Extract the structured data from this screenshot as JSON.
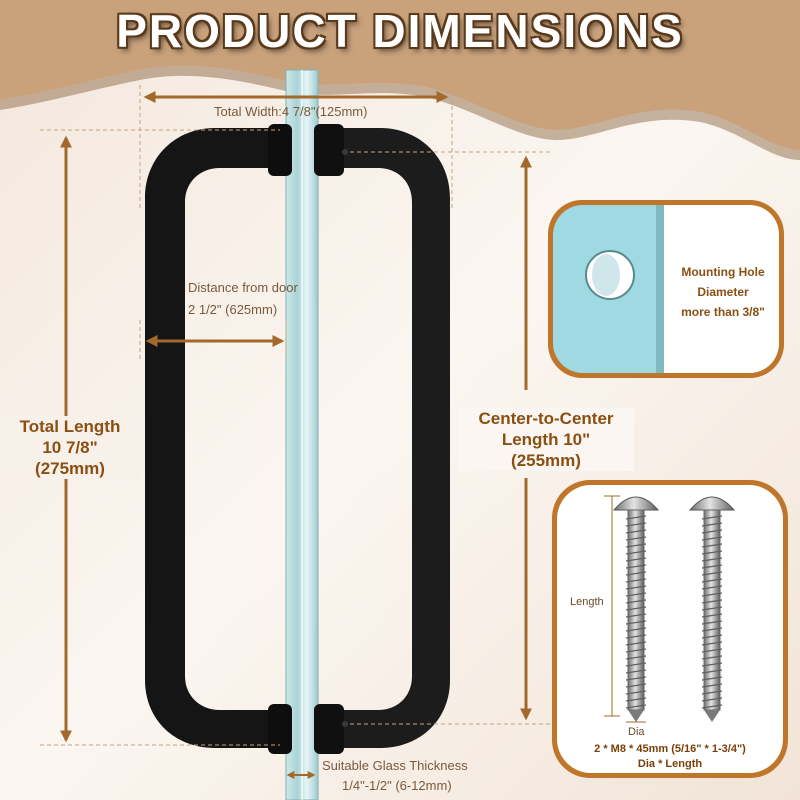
{
  "title": "PRODUCT DIMENSIONS",
  "dimensions": {
    "total_width": "Total Width:4 7/8\"(125mm)",
    "distance_line1": "Distance from door",
    "distance_line2": "2 1/2\" (625mm)",
    "total_length_line1": "Total Length",
    "total_length_line2": "10 7/8\"",
    "total_length_line3": "(275mm)",
    "center_line1": "Center-to-Center",
    "center_line2": "Length 10\"",
    "center_line3": "(255mm)",
    "glass_line1": "Suitable Glass Thickness",
    "glass_line2": "1/4\"-1/2\" (6-12mm)"
  },
  "mounting_card": {
    "line1": "Mounting Hole",
    "line2": "Diameter",
    "line3": "more than 3/8\""
  },
  "screw_card": {
    "length_label": "Length",
    "dia_label": "Dia",
    "spec_line1": "2 * M8 * 45mm (5/16\" * 1-3/4\")",
    "spec_line2": "Dia * Length"
  },
  "colors": {
    "accent": "#a2692a",
    "heading_text": "#8a4f12",
    "handle": "#141414",
    "glass": "#bfe0e2",
    "background": "#f6efe8"
  }
}
